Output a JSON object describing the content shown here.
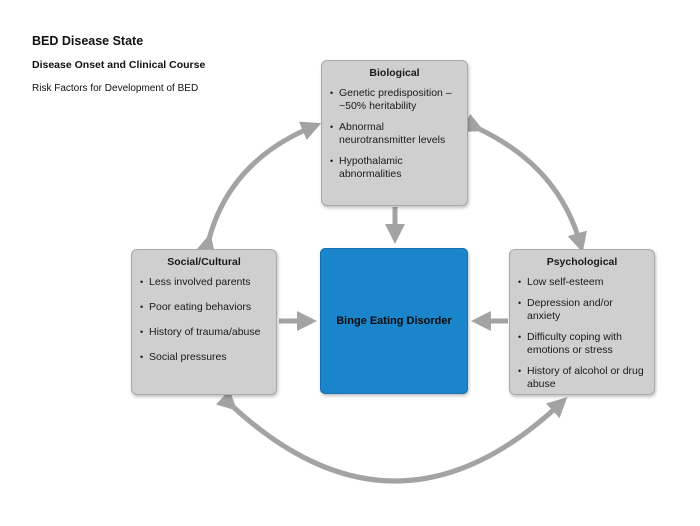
{
  "header": {
    "title": "BED Disease State",
    "subtitle": "Disease Onset and Clinical Course",
    "caption": "Risk Factors for Development of BED"
  },
  "center": {
    "label": "Binge Eating Disorder"
  },
  "factors": {
    "biological": {
      "title": "Biological",
      "items": [
        "Genetic predisposition – ~50% heritability",
        "Abnormal neurotransmitter levels",
        "Hypothalamic abnormalities"
      ]
    },
    "social": {
      "title": "Social/Cultural",
      "items": [
        "Less involved parents",
        "Poor eating behaviors",
        "History of trauma/abuse",
        "Social pressures"
      ]
    },
    "psychological": {
      "title": "Psychological",
      "items": [
        "Low self-esteem",
        "Depression and/or anxiety",
        "Difficulty coping with emotions or stress",
        "History of alcohol or drug abuse"
      ]
    }
  },
  "colors": {
    "box_fill": "#cfcfcf",
    "center_fill": "#1b85cc",
    "arrow": "#a3a3a3"
  }
}
